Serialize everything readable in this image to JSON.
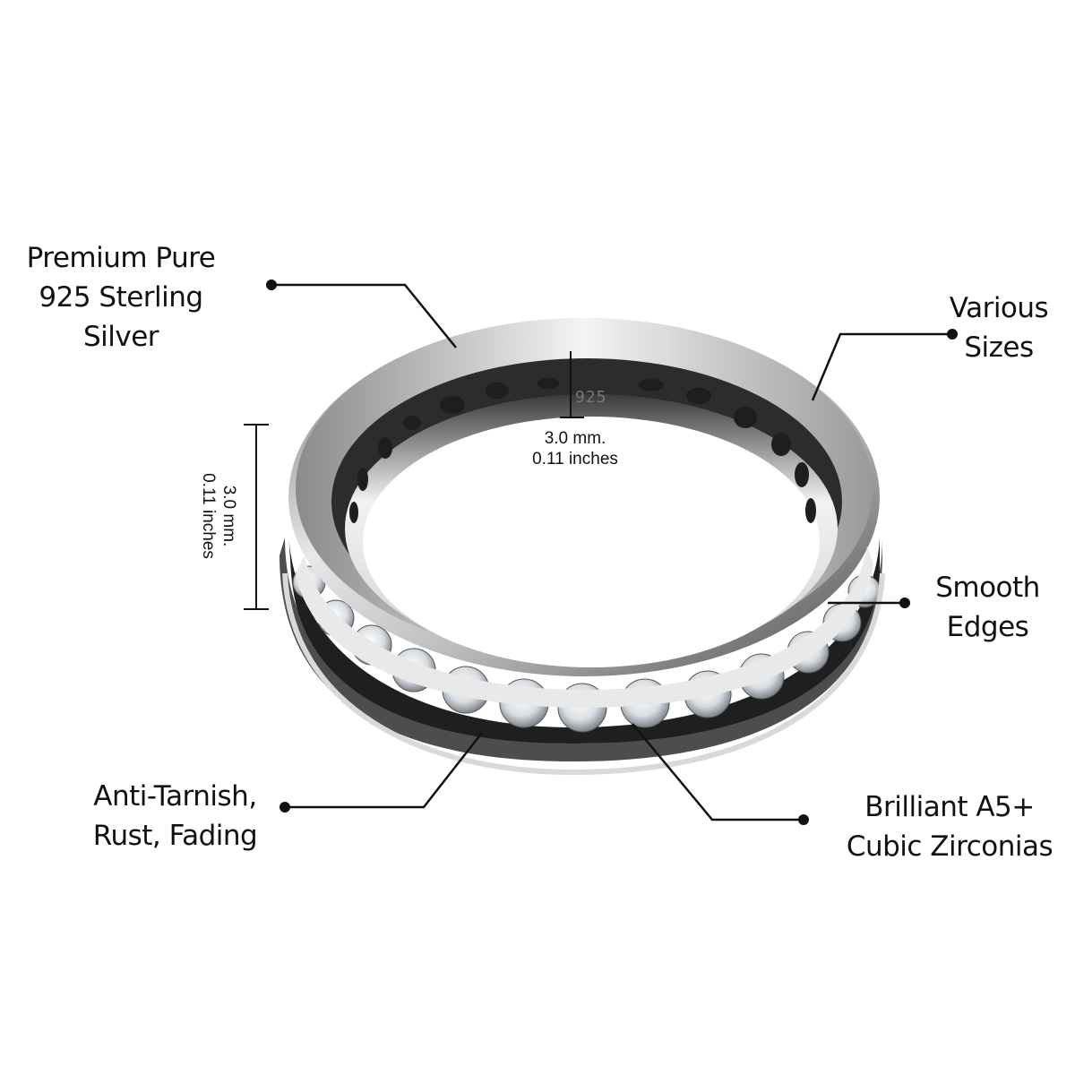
{
  "callouts": {
    "silver": {
      "lines": [
        "Premium Pure",
        "925 Sterling",
        "Silver"
      ]
    },
    "sizes": {
      "lines": [
        "Various",
        "Sizes"
      ]
    },
    "edges": {
      "lines": [
        "Smooth",
        "Edges"
      ]
    },
    "tarnish": {
      "lines": [
        "Anti-Tarnish,",
        "Rust, Fading"
      ]
    },
    "zirconia": {
      "lines": [
        "Brilliant A5+",
        "Cubic Zirconias"
      ]
    }
  },
  "measurements": {
    "band_width": {
      "mm": "3.0 mm.",
      "inches": "0.11 inches"
    },
    "band_height": {
      "mm": "3.0 mm.",
      "inches": "0.11 inches"
    }
  },
  "engraving": "925",
  "colors": {
    "background": "#ffffff",
    "text": "#111111",
    "leader_line": "#111111",
    "metal_light": "#e6e6e6",
    "metal_mid": "#9a9a9a",
    "metal_dark": "#2a2a2a"
  }
}
